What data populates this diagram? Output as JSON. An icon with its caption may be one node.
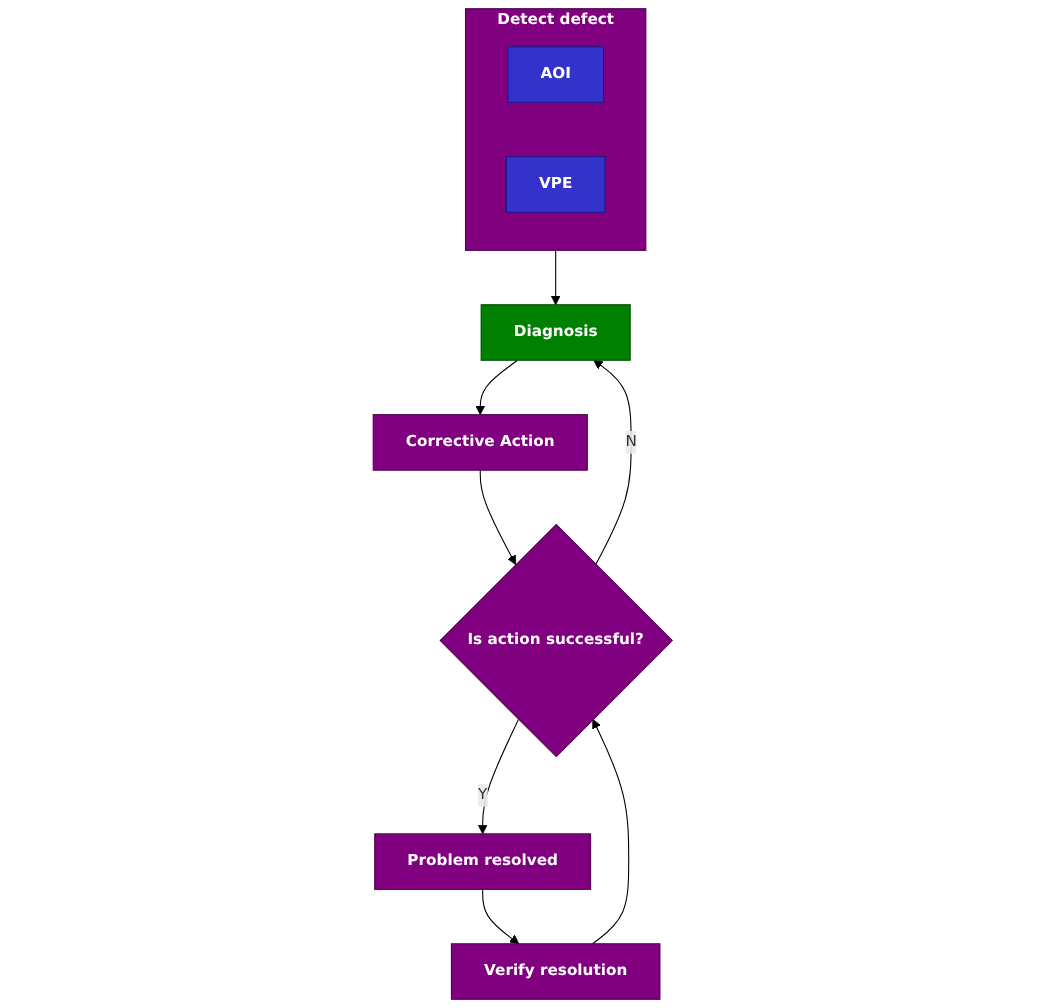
{
  "diagram": {
    "nodes": [
      {
        "text": [
          "Detect defect"
        ]
      },
      {
        "text": [
          "AOI"
        ],
        "in": 0
      },
      {
        "text": [
          "VPE"
        ],
        "in": 0
      },
      {
        "text": [
          "Diagnosis"
        ]
      },
      {
        "text": [
          "Corrective Action"
        ]
      },
      {
        "text": [
          "Is action successful?"
        ]
      },
      {
        "text": [
          "Problem resolved"
        ]
      },
      {
        "text": [
          "Verify resolution"
        ]
      }
    ],
    "edges": [
      {
        "from": 0,
        "to": 3,
        "arrow": "to"
      },
      {
        "from": 3,
        "to": 4,
        "arrow": "to"
      },
      {
        "from": 4,
        "to": 5,
        "arrow": "to"
      },
      {
        "from": 5,
        "to": 3,
        "arrow": "to",
        "label": "N"
      },
      {
        "from": 5,
        "to": 6,
        "arrow": "to",
        "label": "Y"
      },
      {
        "from": 6,
        "to": 7,
        "arrow": "to"
      },
      {
        "from": 7,
        "to": 5,
        "arrow": "to"
      }
    ]
  }
}
